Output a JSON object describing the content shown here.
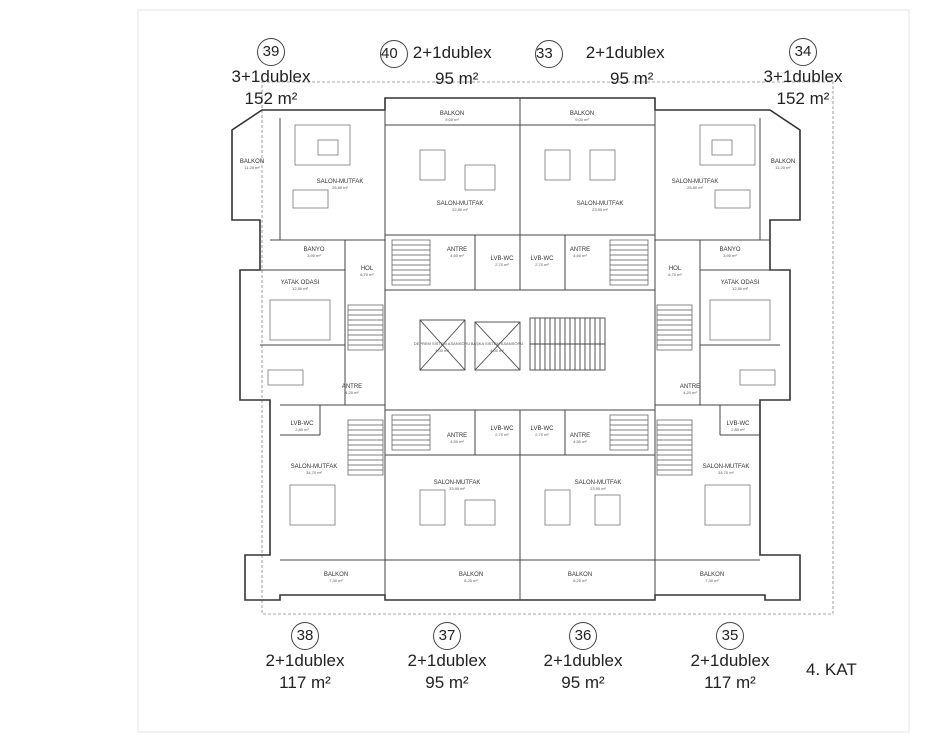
{
  "floor_label": "4. KAT",
  "units": [
    {
      "id": "u39",
      "number": "39",
      "type": "3+1dublex",
      "area": "152 m²"
    },
    {
      "id": "u40",
      "number": "40",
      "type": "2+1dublex",
      "area": "95 m²"
    },
    {
      "id": "u33",
      "number": "33",
      "type": "2+1dublex",
      "area": "95 m²"
    },
    {
      "id": "u34",
      "number": "34",
      "type": "3+1dublex",
      "area": "152 m²"
    },
    {
      "id": "u38",
      "number": "38",
      "type": "2+1dublex",
      "area": "117 m²"
    },
    {
      "id": "u37",
      "number": "37",
      "type": "2+1dublex",
      "area": "95 m²"
    },
    {
      "id": "u36",
      "number": "36",
      "type": "2+1dublex",
      "area": "95 m²"
    },
    {
      "id": "u35",
      "number": "35",
      "type": "2+1dublex",
      "area": "117 m²"
    }
  ],
  "rooms": [
    {
      "name": "BALKON",
      "area": "9,00 m²"
    },
    {
      "name": "BALKON",
      "area": "9,00 m²"
    },
    {
      "name": "BALKON",
      "area": "11,20 m²"
    },
    {
      "name": "BALKON",
      "area": "11,20 m²"
    },
    {
      "name": "SALON-MUTFAK",
      "area": "25,80 m²"
    },
    {
      "name": "SALON-MUTFAK",
      "area": "22,80 m²"
    },
    {
      "name": "SALON-MUTFAK",
      "area": "23,90 m²"
    },
    {
      "name": "SALON-MUTFAK",
      "area": "25,80 m²"
    },
    {
      "name": "BANYO",
      "area": "3,90 m²"
    },
    {
      "name": "BANYO",
      "area": "3,90 m²"
    },
    {
      "name": "ANTRE",
      "area": "4,50 m²"
    },
    {
      "name": "ANTRE",
      "area": "4,50 m²"
    },
    {
      "name": "LVB-WC",
      "area": "2,70 m²"
    },
    {
      "name": "LVB-WC",
      "area": "2,70 m²"
    },
    {
      "name": "HOL",
      "area": "6,70 m²"
    },
    {
      "name": "HOL",
      "area": "6,70 m²"
    },
    {
      "name": "YATAK ODASI",
      "area": "12,50 m²"
    },
    {
      "name": "YATAK ODASI",
      "area": "12,50 m²"
    },
    {
      "name": "ANTRE",
      "area": "4,20 m²"
    },
    {
      "name": "ANTRE",
      "area": "4,20 m²"
    },
    {
      "name": "LVB-WC",
      "area": "2,80 m²"
    },
    {
      "name": "LVB-WC",
      "area": "2,80 m²"
    },
    {
      "name": "ANTRE",
      "area": "4,50 m²"
    },
    {
      "name": "LVB-WC",
      "area": "2,70 m²"
    },
    {
      "name": "LVB-WC",
      "area": "2,70 m²"
    },
    {
      "name": "ANTRE",
      "area": "4,50 m²"
    },
    {
      "name": "SALON-MUTFAK",
      "area": "34,70 m²"
    },
    {
      "name": "SALON-MUTFAK",
      "area": "33,90 m²"
    },
    {
      "name": "SALON-MUTFAK",
      "area": "23,90 m²"
    },
    {
      "name": "SALON-MUTFAK",
      "area": "34,70 m²"
    },
    {
      "name": "BALKON",
      "area": "7,30 m²"
    },
    {
      "name": "BALKON",
      "area": "8,20 m²"
    },
    {
      "name": "BALKON",
      "area": "8,20 m²"
    },
    {
      "name": "BALKON",
      "area": "7,30 m²"
    },
    {
      "name": "DEPREM SİSTEM ASANSÖRÜ",
      "area": "4,00 m²"
    },
    {
      "name": "BAŞKA SİSTEM ASANSÖRÜ",
      "area": "4,00 m²"
    }
  ]
}
